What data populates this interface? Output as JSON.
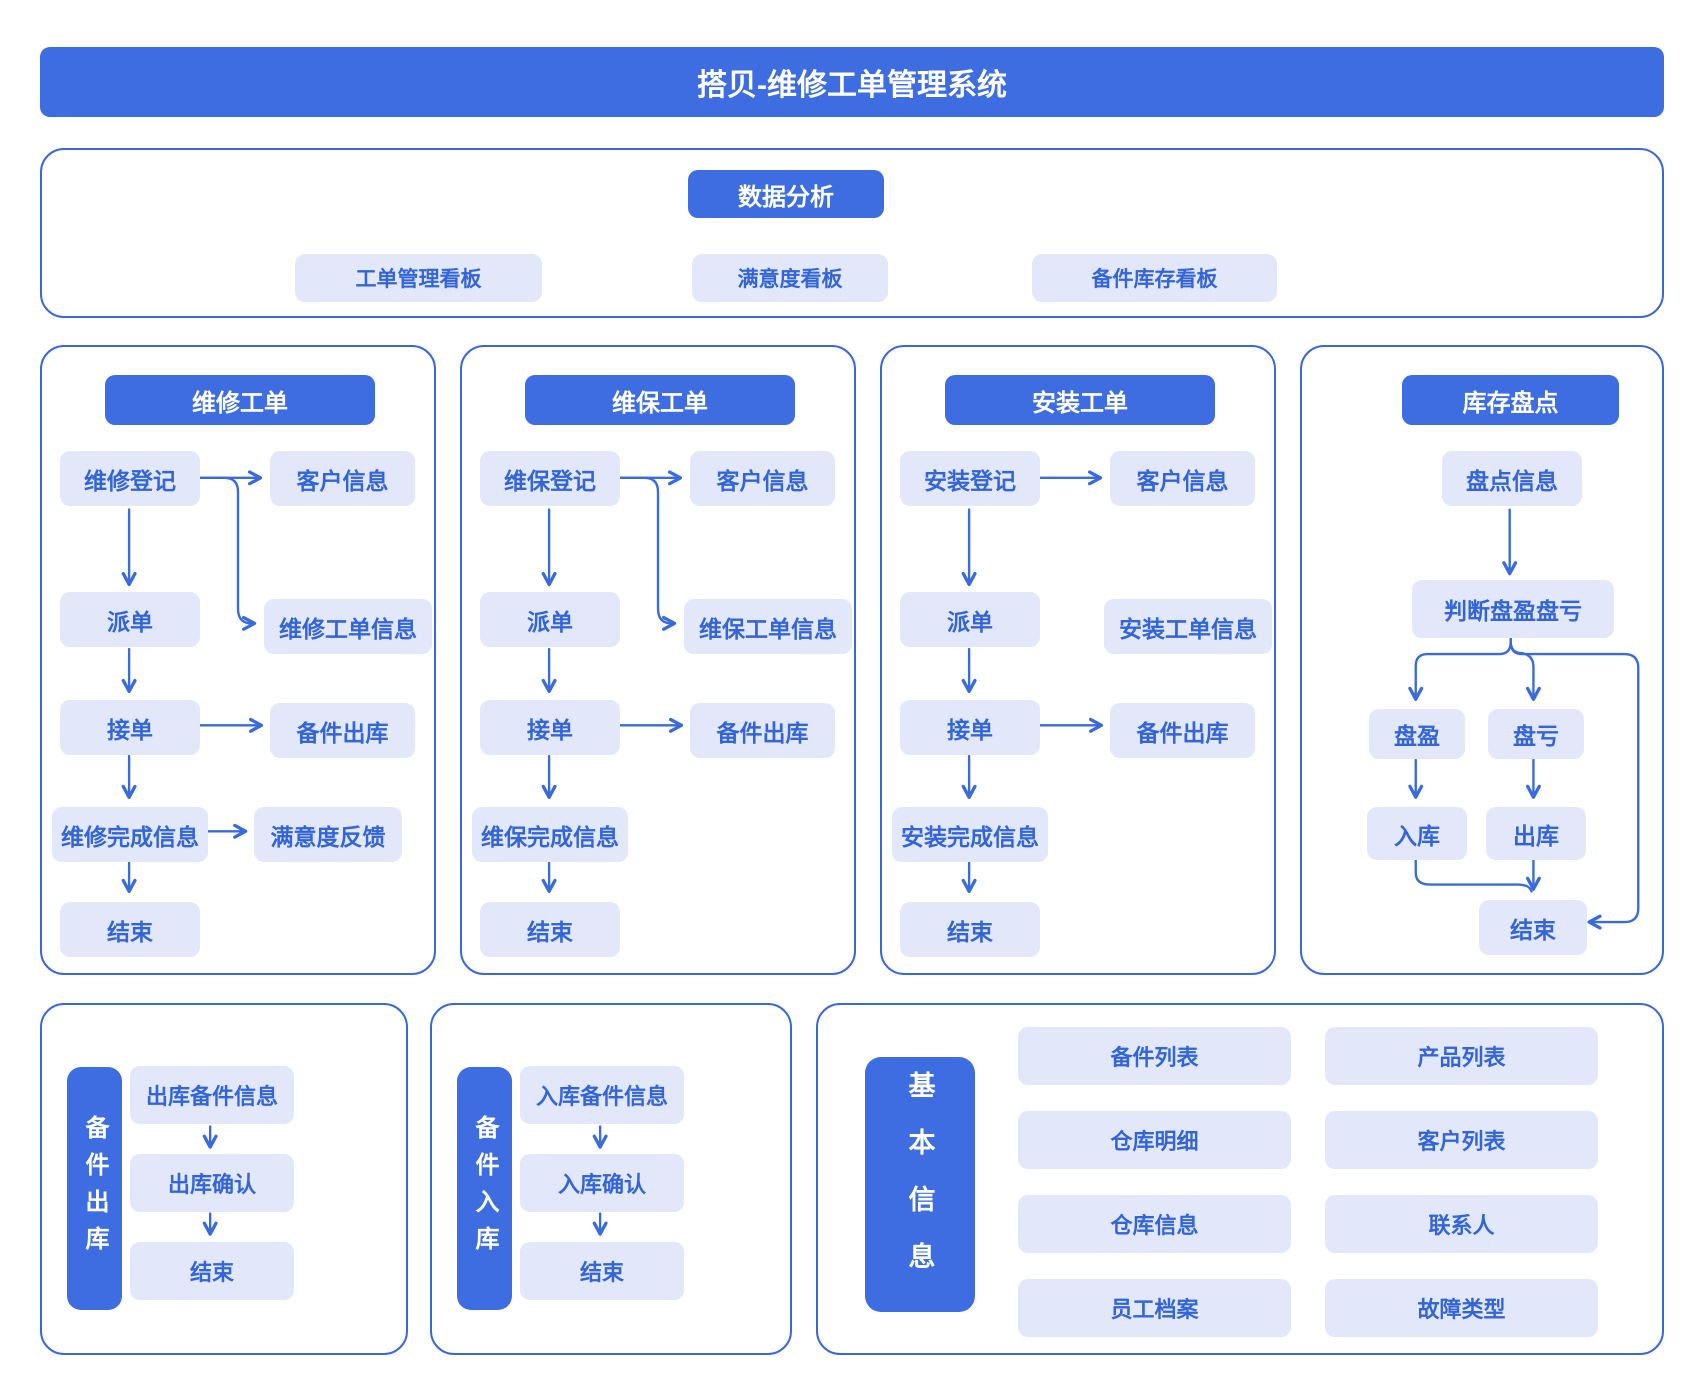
{
  "title": "搭贝-维修工单管理系统",
  "colors": {
    "primary_blue": "#3D6DE0",
    "light_fill": "#E2E8F9",
    "text_on_light": "#3365D9",
    "frame_border": "#3A68DC",
    "arrow": "#3A6BDC"
  },
  "analysis": {
    "header": "数据分析",
    "boards": [
      "工单管理看板",
      "满意度看板",
      "备件库存看板"
    ]
  },
  "columns": [
    {
      "header": "维修工单",
      "steps": [
        "维修登记",
        "派单",
        "接单",
        "维修完成信息",
        "结束"
      ],
      "side": {
        "customer": "客户信息",
        "order_info": "维修工单信息",
        "parts_out": "备件出库",
        "feedback": "满意度反馈"
      }
    },
    {
      "header": "维保工单",
      "steps": [
        "维保登记",
        "派单",
        "接单",
        "维保完成信息",
        "结束"
      ],
      "side": {
        "customer": "客户信息",
        "order_info": "维保工单信息",
        "parts_out": "备件出库"
      }
    },
    {
      "header": "安装工单",
      "steps": [
        "安装登记",
        "派单",
        "接单",
        "安装完成信息",
        "结束"
      ],
      "side": {
        "customer": "客户信息",
        "order_info": "安装工单信息",
        "parts_out": "备件出库"
      }
    },
    {
      "header": "库存盘点",
      "steps": {
        "info": "盘点信息",
        "judge": "判断盘盈盘亏",
        "surplus": "盘盈",
        "deficit": "盘亏",
        "stock_in": "入库",
        "stock_out": "出库",
        "end": "结束"
      }
    }
  ],
  "bottom_sections": [
    {
      "pill": "备件出库",
      "steps": [
        "出库备件信息",
        "出库确认",
        "结束"
      ]
    },
    {
      "pill": "备件入库",
      "steps": [
        "入库备件信息",
        "入库确认",
        "结束"
      ]
    },
    {
      "pill": "基本信息",
      "items": [
        "备件列表",
        "产品列表",
        "仓库明细",
        "客户列表",
        "仓库信息",
        "联系人",
        "员工档案",
        "故障类型"
      ]
    }
  ]
}
